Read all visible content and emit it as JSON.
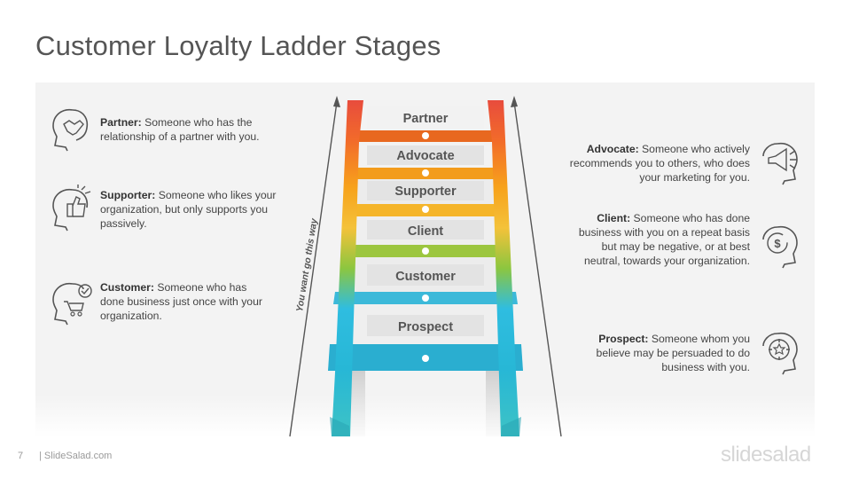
{
  "title": "Customer Loyalty Ladder Stages",
  "side_label": "You want go this way",
  "stages": [
    "Partner",
    "Advocate",
    "Supporter",
    "Client",
    "Customer",
    "Prospect"
  ],
  "left_items": [
    {
      "term": "Partner:",
      "text": "Someone  who has the relationship  of a partner with you.",
      "icon": "handshake-head-icon"
    },
    {
      "term": "Supporter:",
      "text": "Someone who likes your organization,  but only supports you passively.",
      "icon": "thumbs-up-head-icon"
    },
    {
      "term": "Customer:",
      "text": "Someone  who has done business just once with your organization.",
      "icon": "cart-check-head-icon"
    }
  ],
  "right_items": [
    {
      "term": "Advocate:",
      "text": "Someone  who actively recommends  you to others, who does your marketing for you.",
      "icon": "megaphone-head-icon"
    },
    {
      "term": "Client:",
      "text": "Someone  who has done business with you on a repeat basis but may be negative, or at best neutral, towards your organization.",
      "icon": "dollar-cycle-head-icon"
    },
    {
      "term": "Prospect:",
      "text": "Someone  whom you believe may be persuaded to do business with you.",
      "icon": "target-star-head-icon"
    }
  ],
  "footer": {
    "page": "7",
    "site": "| SlideSalad.com",
    "brand": "slidesalad"
  },
  "colors": {
    "top": "#e84c3d",
    "orange": "#f58a1f",
    "yellow": "#f9b21d",
    "green": "#8cc63f",
    "cyan": "#1fb5e0",
    "teal": "#3ec3c5"
  }
}
